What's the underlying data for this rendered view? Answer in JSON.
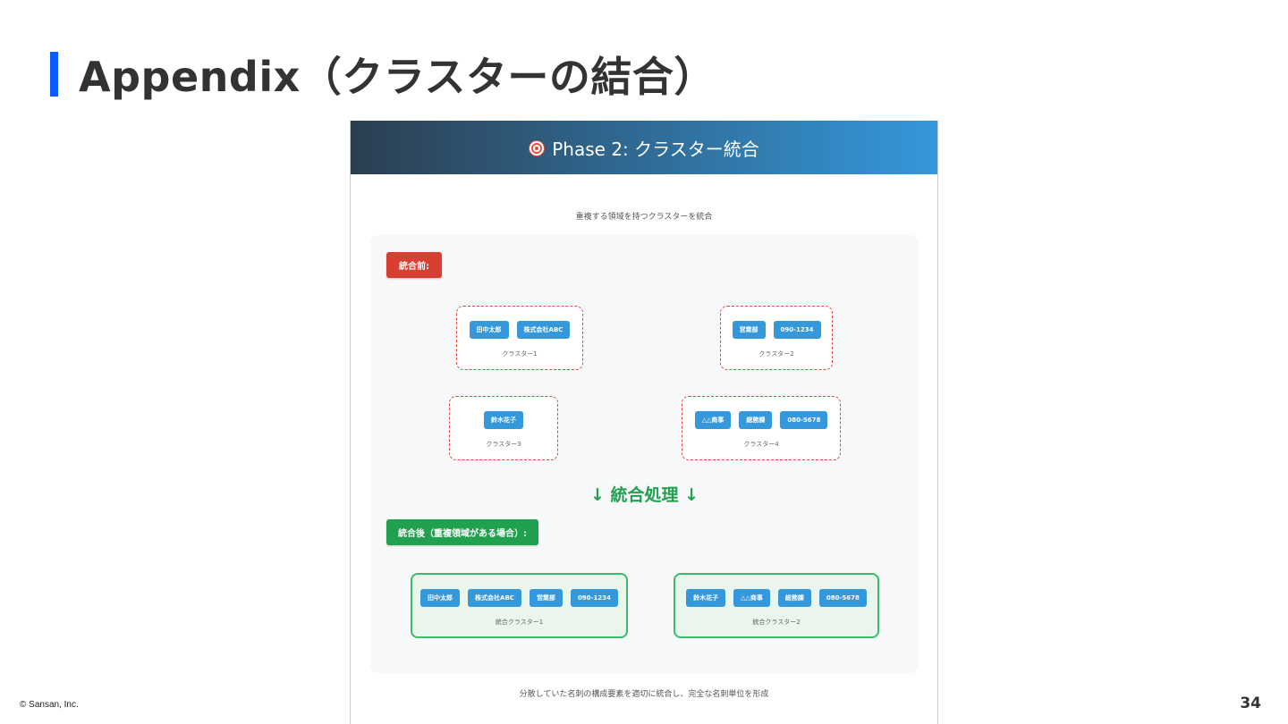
{
  "slide": {
    "title": "Appendix（クラスターの結合）",
    "copyright": "© Sansan, Inc.",
    "page_number": "34"
  },
  "panel": {
    "header_icon": "target-icon",
    "header_title": "Phase 2: クラスター統合",
    "subtitle": "重複する領域を持つクラスターを統合",
    "before_label": "統合前:",
    "after_label": "統合後（重複領域がある場合）:",
    "arrow_text": "↓ 統合処理 ↓",
    "caption": "分散していた名刺の構成要素を適切に統合し、完全な名刺単位を形成",
    "clusters": [
      {
        "name": "クラスター1",
        "items": [
          "田中太郎",
          "株式会社ABC"
        ]
      },
      {
        "name": "クラスター2",
        "items": [
          "営業部",
          "090-1234"
        ]
      },
      {
        "name": "クラスター3",
        "items": [
          "鈴木花子"
        ]
      },
      {
        "name": "クラスター4",
        "items": [
          "△△商事",
          "総務課",
          "080-5678"
        ]
      }
    ],
    "merged": [
      {
        "name": "統合クラスター1",
        "items": [
          "田中太郎",
          "株式会社ABC",
          "営業部",
          "090-1234"
        ]
      },
      {
        "name": "統合クラスター2",
        "items": [
          "鈴木花子",
          "△△商事",
          "総務課",
          "080-5678"
        ]
      }
    ]
  },
  "colors": {
    "title_accent": "#0a5cff",
    "before_label": "#d63f31",
    "after_label": "#21a04f",
    "chip": "#3498db",
    "cluster_border": "#e0473b",
    "merged_border": "#3dbb6a"
  }
}
